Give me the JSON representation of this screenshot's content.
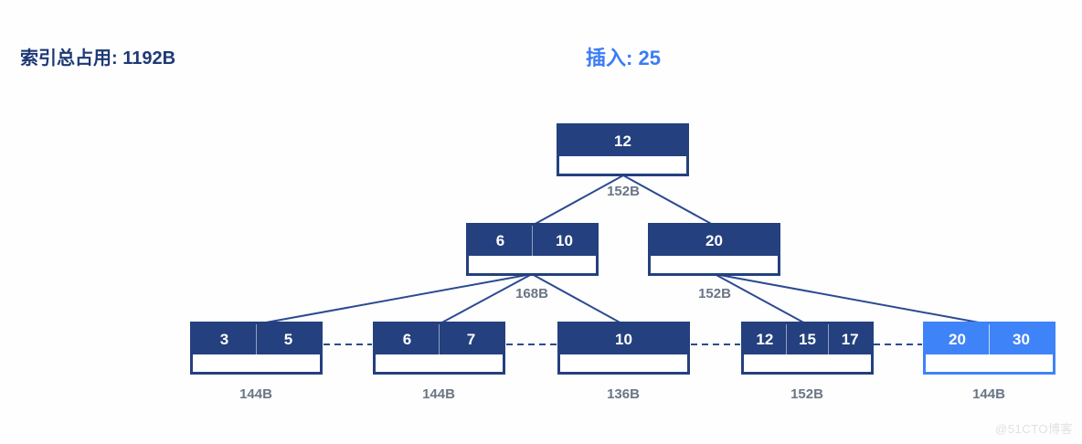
{
  "header": {
    "total_label": "索引总占用:",
    "total_value": "1192B",
    "insert_label": "插入:",
    "insert_value": "25"
  },
  "tree": {
    "type": "bplus-tree",
    "nodes": [
      {
        "id": "root",
        "level": 0,
        "keys": [
          "12"
        ],
        "size": "152B",
        "highlighted": false
      },
      {
        "id": "internal-left",
        "level": 1,
        "keys": [
          "6",
          "10"
        ],
        "size": "168B",
        "highlighted": false
      },
      {
        "id": "internal-right",
        "level": 1,
        "keys": [
          "20"
        ],
        "size": "152B",
        "highlighted": false
      },
      {
        "id": "leaf-1",
        "level": 2,
        "keys": [
          "3",
          "5"
        ],
        "size": "144B",
        "highlighted": false
      },
      {
        "id": "leaf-2",
        "level": 2,
        "keys": [
          "6",
          "7"
        ],
        "size": "144B",
        "highlighted": false
      },
      {
        "id": "leaf-3",
        "level": 2,
        "keys": [
          "10"
        ],
        "size": "136B",
        "highlighted": false
      },
      {
        "id": "leaf-4",
        "level": 2,
        "keys": [
          "12",
          "15",
          "17"
        ],
        "size": "152B",
        "highlighted": false
      },
      {
        "id": "leaf-5",
        "level": 2,
        "keys": [
          "20",
          "30"
        ],
        "size": "144B",
        "highlighted": true
      }
    ],
    "edges": [
      [
        "root",
        "internal-left"
      ],
      [
        "root",
        "internal-right"
      ],
      [
        "internal-left",
        "leaf-1"
      ],
      [
        "internal-left",
        "leaf-2"
      ],
      [
        "internal-left",
        "leaf-3"
      ],
      [
        "internal-right",
        "leaf-4"
      ],
      [
        "internal-right",
        "leaf-5"
      ]
    ],
    "leaf_chain": [
      "leaf-1",
      "leaf-2",
      "leaf-3",
      "leaf-4",
      "leaf-5"
    ]
  },
  "colors": {
    "node_navy": "#24407E",
    "highlight_blue": "#3F83F8",
    "edge_navy": "#2B4A91",
    "title_navy": "#1D3976",
    "insert_blue": "#3B7CF6",
    "size_label_gray": "#6B7585",
    "watermark_gray": "#E1E1E4"
  },
  "watermark": "@51CTO博客"
}
